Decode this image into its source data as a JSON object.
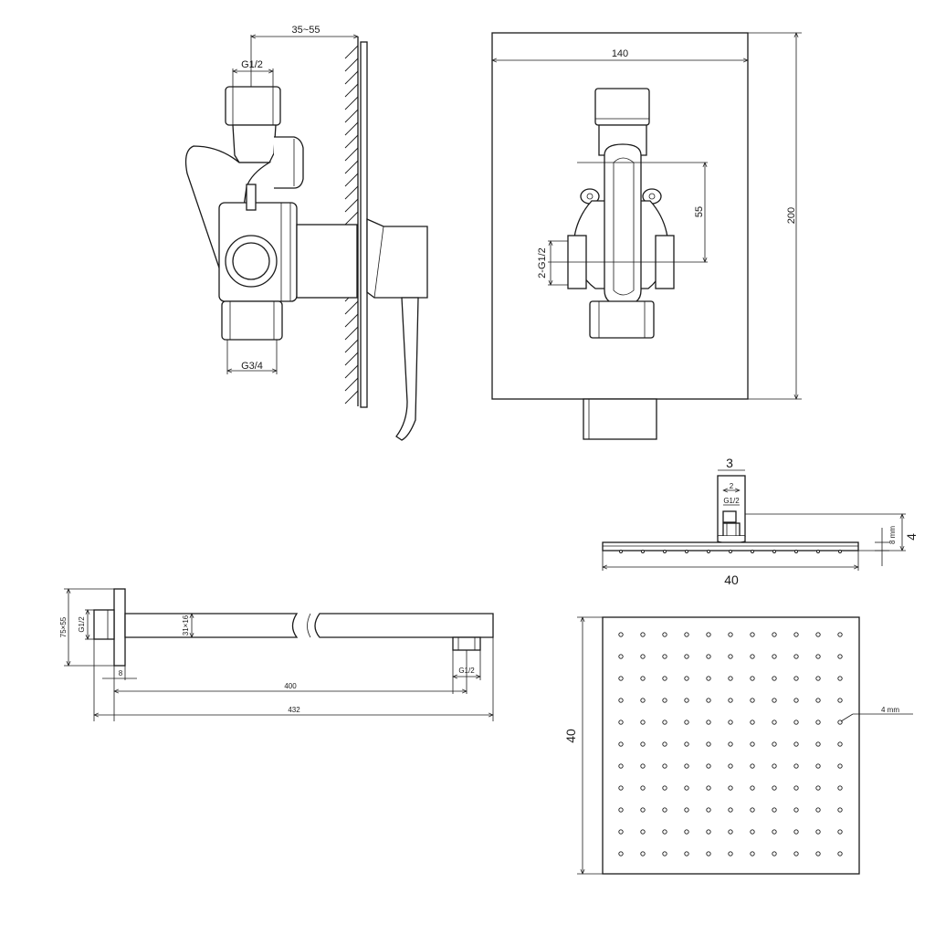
{
  "valve_side": {
    "depth_range": "35~55",
    "inlet_top": "G1/2",
    "outlet_bottom": "G3/4"
  },
  "valve_front": {
    "plate_width": "140",
    "plate_height": "200",
    "inlet_spacing": "55",
    "side_inlets": "2-G1/2"
  },
  "shower_arm": {
    "flange_size": "75×55",
    "wall_thread": "G1/2",
    "arm_section": "31×16",
    "flange_thickness": "8",
    "arm_length": "400",
    "total_length": "432",
    "head_thread": "G1/2"
  },
  "shower_head_side": {
    "connector_width": "3",
    "connector_inner": "2",
    "connector_thread": "G1/2",
    "total_height": "4",
    "plate_thickness": "8 mm",
    "head_width": "40"
  },
  "shower_head_top": {
    "side_length": "40",
    "nozzle_size": "4 mm"
  }
}
